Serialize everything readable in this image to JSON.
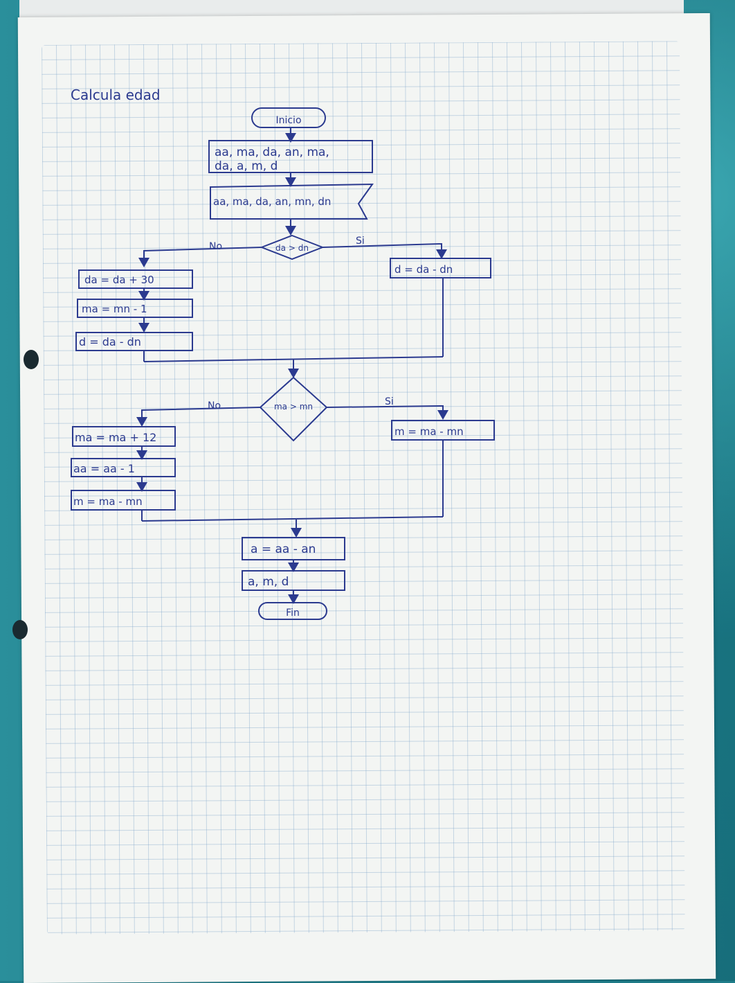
{
  "title": "Calcula edad",
  "flow": {
    "start": "Inicio",
    "declare": [
      "aa, ma, da, an, ma,",
      "da, a, m, d"
    ],
    "input": "aa, ma, da, an, mn, dn",
    "decision1": "da > dn",
    "decision1_no": "No",
    "decision1_yes": "Si",
    "yes1": "d = da - dn",
    "no1": [
      "da = da + 30",
      "ma = mn - 1",
      "d = da - dn"
    ],
    "decision2": "ma > mn",
    "decision2_no": "No",
    "decision2_yes": "Si",
    "yes2": "m = ma - mn",
    "no2": [
      "ma = ma + 12",
      "aa = aa - 1",
      "m = ma - mn"
    ],
    "calc": "a = aa - an",
    "output": "a, m, d",
    "end": "Fin"
  },
  "colors": {
    "ink": "#2b3a8f",
    "paper": "#f3f5f3",
    "grid": "#78a0c8",
    "background": "#1f7d8a"
  }
}
